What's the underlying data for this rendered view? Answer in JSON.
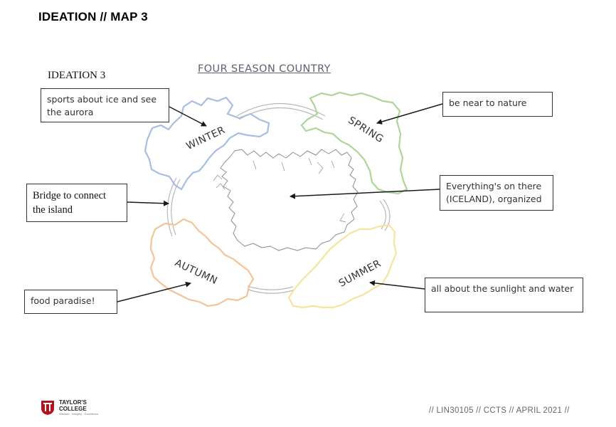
{
  "page": {
    "title": "IDEATION // MAP 3",
    "footer": "// LIN30105 // CCTS // APRIL 2021 //"
  },
  "logo": {
    "line1": "TAYLOR'S",
    "line2": "COLLEGE",
    "tagline": "Wisdom · Integrity · Excellence"
  },
  "diagram": {
    "label": "IDEATION 3",
    "title": "FOUR SEASON COUNTRY",
    "seasons": {
      "winter": "WINTER",
      "spring": "SPRING",
      "autumn": "AUTUMN",
      "summer": "SUMMER"
    },
    "colors": {
      "winter": "#a7bedf",
      "spring": "#add49a",
      "autumn": "#f3c497",
      "summer": "#f6e39d",
      "bridge": "#b8b8b8",
      "island": "#8c8c8c"
    },
    "notes": {
      "winter": "sports about ice and see the aurora",
      "spring": "be near to nature",
      "iceland": "Everything's on there (ICELAND), organized",
      "bridge": "Bridge to connect the island",
      "autumn": "food paradise!",
      "summer": "all about the sunlight and water"
    }
  }
}
